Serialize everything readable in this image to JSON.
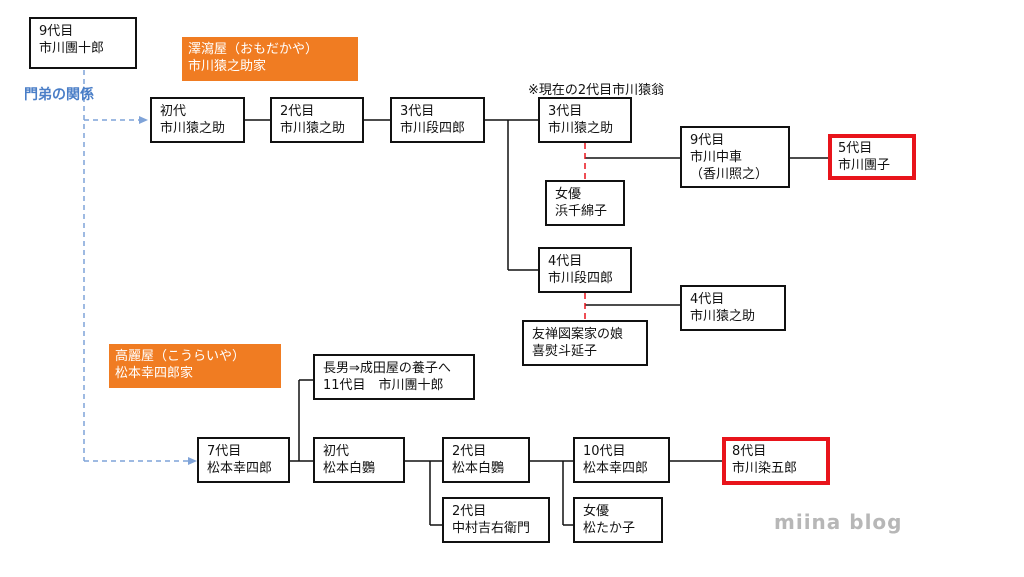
{
  "nodes": {
    "danjuro9": [
      "9代目",
      "市川團十郎"
    ],
    "ennosuke1": [
      "初代",
      "市川猿之助"
    ],
    "ennosuke2": [
      "2代目",
      "市川猿之助"
    ],
    "danshiro3": [
      "3代目",
      "市川段四郎"
    ],
    "ennosuke3": [
      "3代目",
      "市川猿之助"
    ],
    "chusha9": [
      "9代目",
      "市川中車",
      "（香川照之）"
    ],
    "enko5": [
      "5代目",
      "市川團子"
    ],
    "hama": [
      "女優",
      "浜千綿子"
    ],
    "danshiro4": [
      "4代目",
      "市川段四郎"
    ],
    "ennosuke4": [
      "4代目",
      "市川猿之助"
    ],
    "kiyoko": [
      "友禅図案家の娘",
      "喜熨斗延子"
    ],
    "eldest": [
      "長男⇒成田屋の養子へ",
      "11代目　市川團十郎"
    ],
    "koshiro7": [
      "7代目",
      "松本幸四郎"
    ],
    "hakuo1": [
      "初代",
      "松本白鸚"
    ],
    "hakuo2": [
      "2代目",
      "松本白鸚"
    ],
    "kichiemon2": [
      "2代目",
      "中村吉右衛門"
    ],
    "koshiro10": [
      "10代目",
      "松本幸四郎"
    ],
    "matsu": [
      "女優",
      "松たか子"
    ],
    "somegoro8": [
      "8代目",
      "市川染五郎"
    ]
  },
  "houses": {
    "omodakaya": [
      "澤瀉屋（おもだかや）",
      "市川猿之助家"
    ],
    "koraiya": [
      "高麗屋（こうらいや）",
      "松本幸四郎家"
    ]
  },
  "labels": {
    "disciple": "門弟の関係",
    "current_note": "※現在の2代目市川猿翁",
    "watermark": "miina blog"
  },
  "colors": {
    "highlight": "#e8141b",
    "house": "#f07c22",
    "dashed_link": "#7fa3d8",
    "spouse_link": "#e8141b"
  }
}
